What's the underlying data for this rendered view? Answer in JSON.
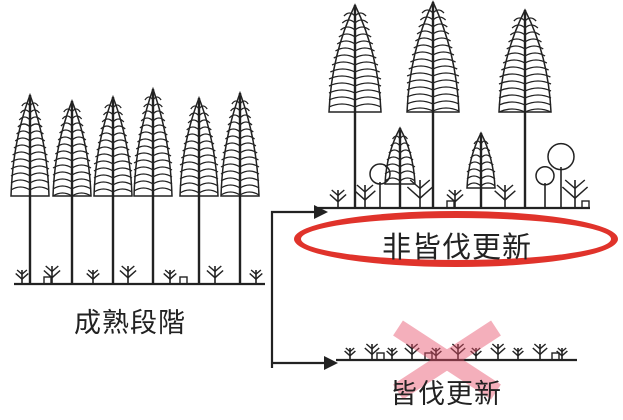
{
  "labels": {
    "mature_stage": "成熟段階",
    "selective_regeneration": "非皆伐更新",
    "clearcut_regeneration": "皆伐更新"
  },
  "colors": {
    "line": "#222222",
    "highlight_oval": "#e0332b",
    "cross_mark": "#f0a0a0"
  },
  "icons": {
    "highlight": "red-oval-highlight",
    "cross": "x-cross-mark"
  }
}
